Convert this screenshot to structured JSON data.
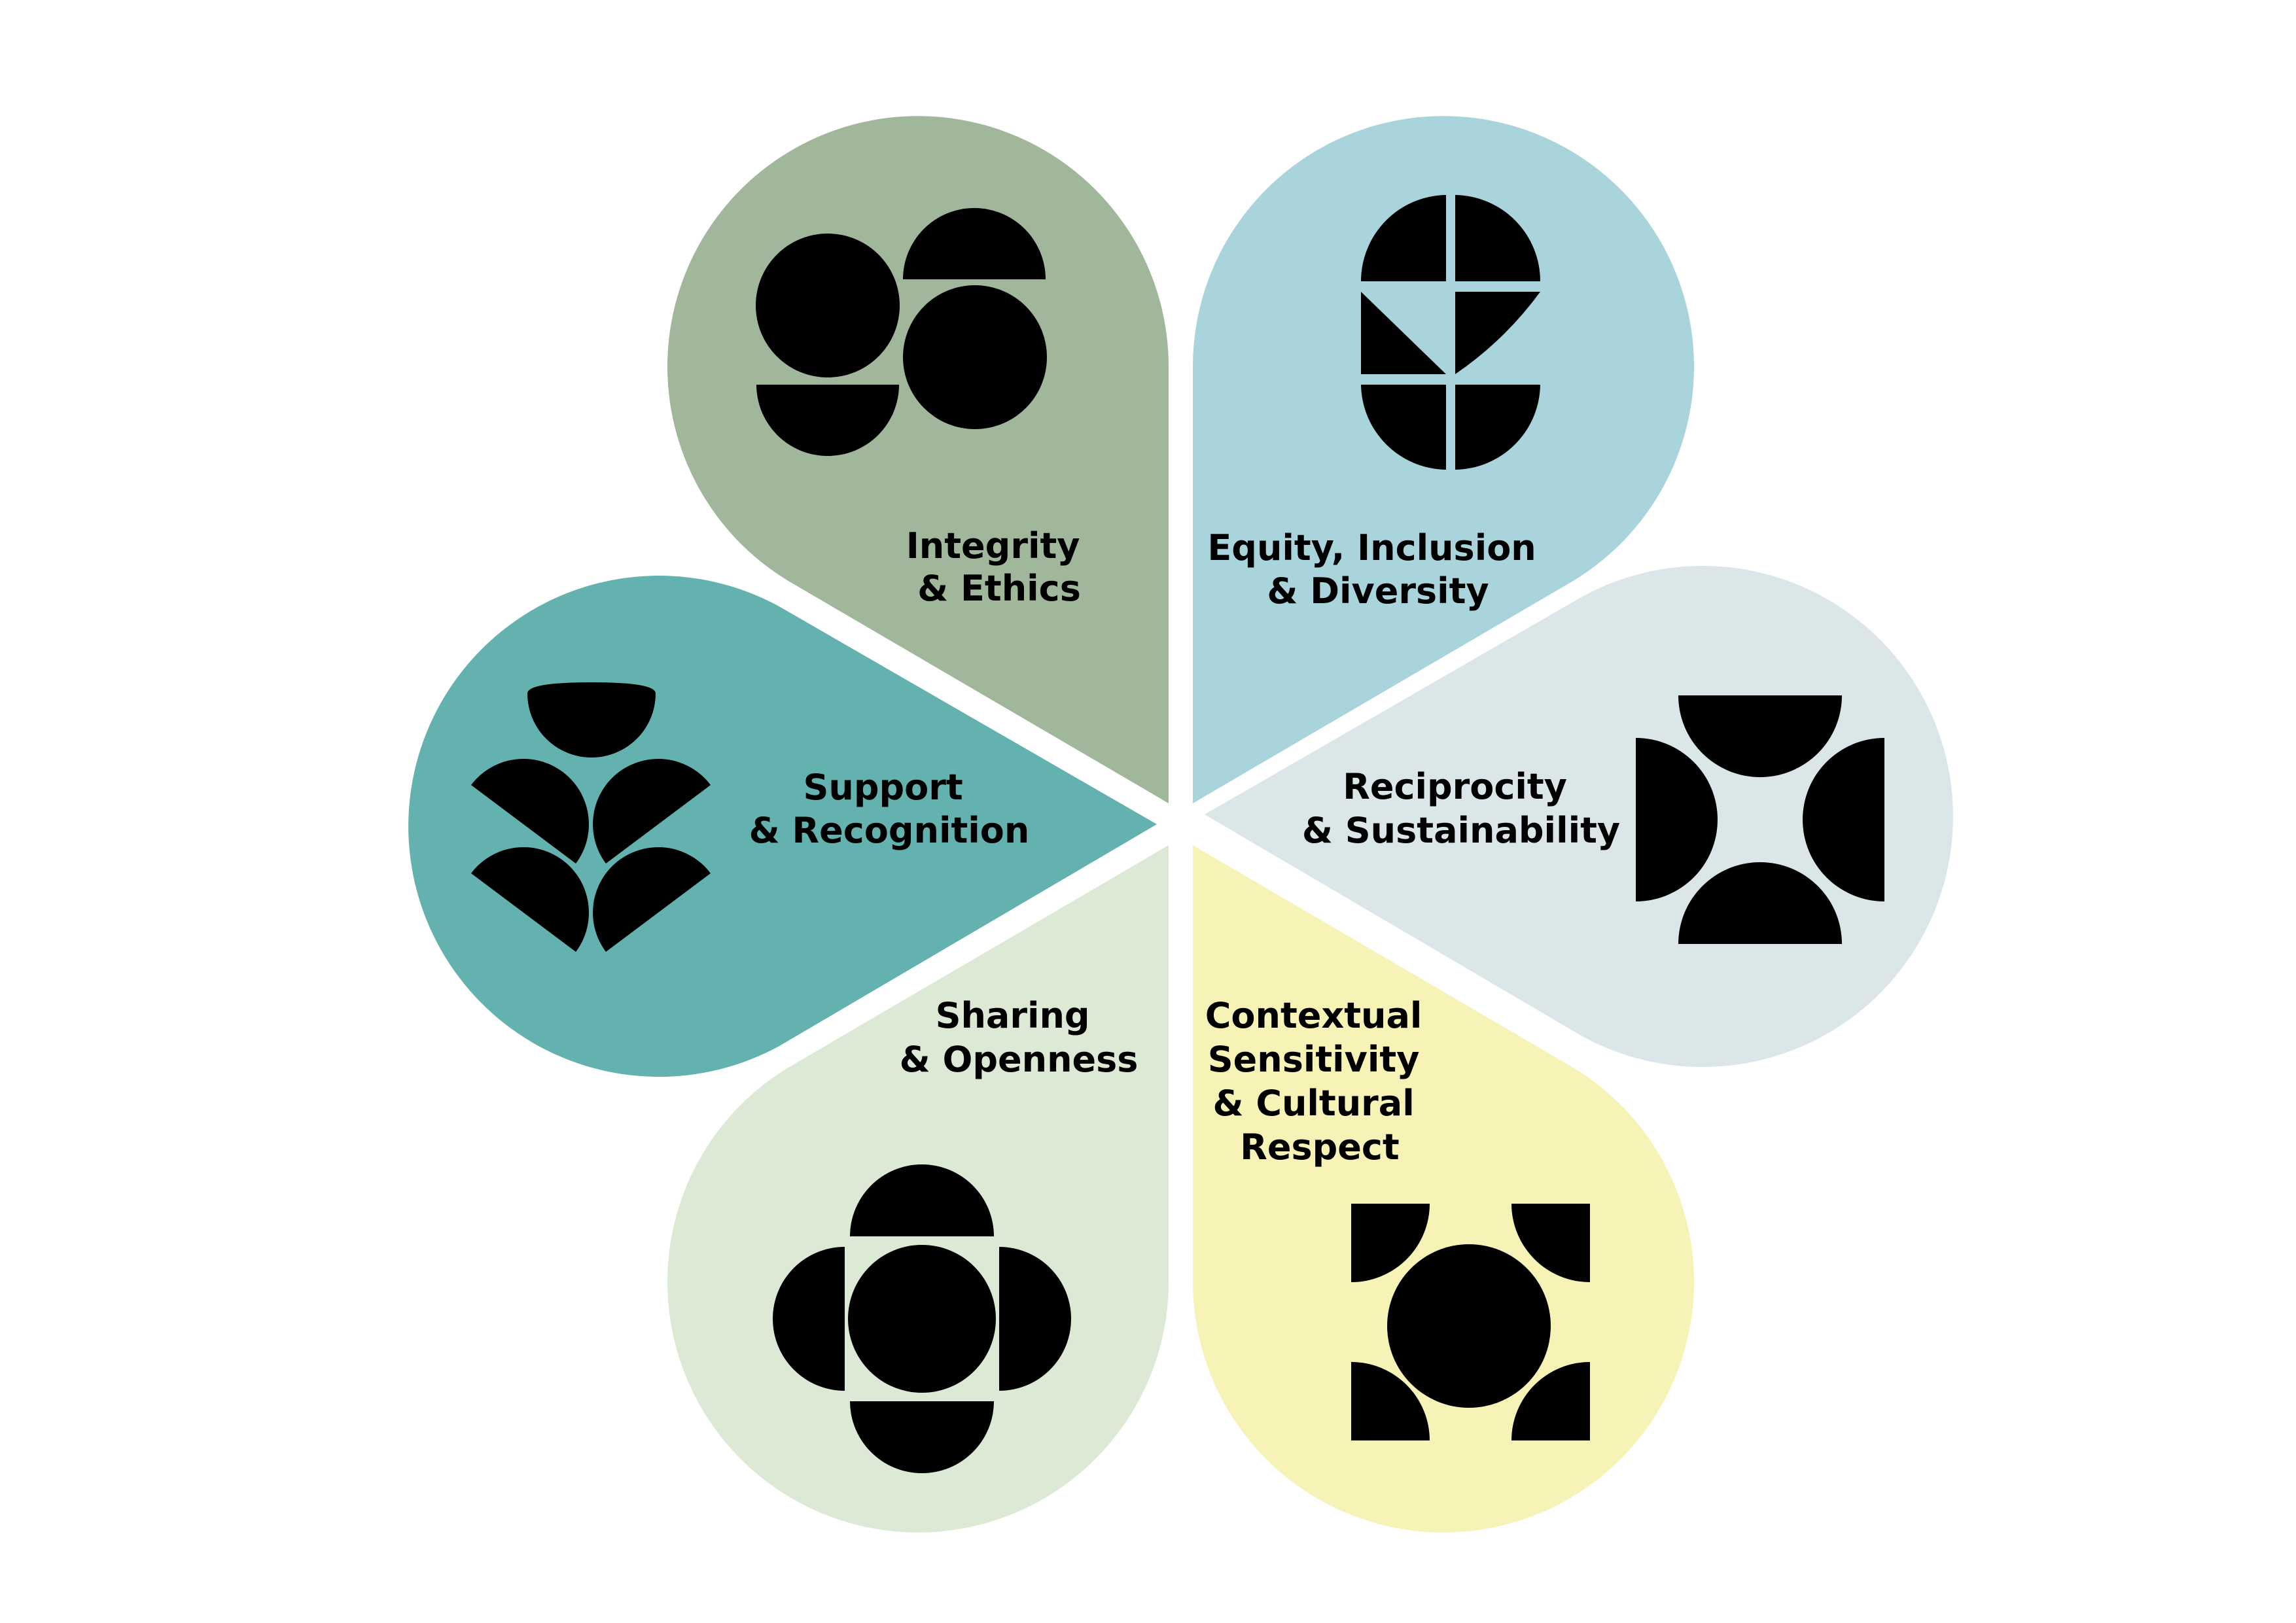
{
  "diagram": {
    "petals": [
      {
        "id": "integrity-ethics",
        "icon": "circles-and-half-discs-icon",
        "color": "#A1B79C",
        "label_lines": [
          "Integrity",
          "& Ethics"
        ]
      },
      {
        "id": "equity-inclusion-diversity",
        "icon": "quartered-shield-icon",
        "color": "#A9D4DC",
        "label_lines": [
          "Equity, Inclusion",
          "& Diversity"
        ]
      },
      {
        "id": "reciprocity-sustainability",
        "icon": "four-inward-half-discs-icon",
        "color": "#DAE6E7",
        "label_lines": [
          "Reciprocity",
          "& Sustainability"
        ]
      },
      {
        "id": "contextual-sensitivity-cultural-respect",
        "icon": "circle-with-corner-quarters-icon",
        "color": "#F7F2B6",
        "label_lines": [
          "Contextual",
          "Sensitivity",
          "& Cultural",
          "Respect"
        ]
      },
      {
        "id": "sharing-openness",
        "icon": "circle-with-outward-half-discs-icon",
        "color": "#DCE9D4",
        "label_lines": [
          "Sharing",
          "& Openness"
        ]
      },
      {
        "id": "support-recognition",
        "icon": "stacked-half-discs-sprout-icon",
        "color": "#63B2AF",
        "label_lines": [
          "Support",
          "& Recognition"
        ]
      }
    ]
  }
}
